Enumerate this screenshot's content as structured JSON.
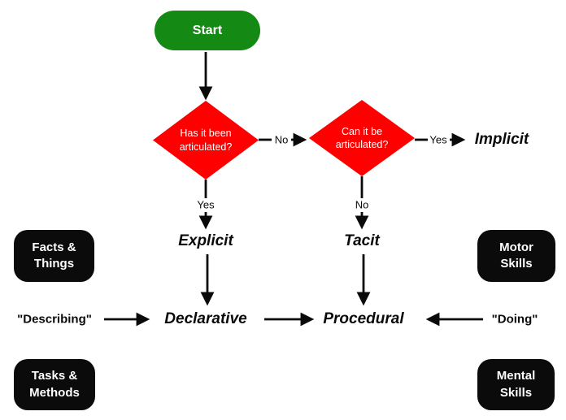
{
  "title": "Knowledge types flowchart",
  "colors": {
    "start_green": "#148a14",
    "diamond_red": "#fe0000",
    "box_black": "#0b0b0b",
    "arrow_black": "#0a0a0a",
    "text_white": "#ffffff",
    "background": "#ffffff"
  },
  "nodes": {
    "start": {
      "label": "Start"
    },
    "diamond_has_articulated": {
      "line1": "Has it been",
      "line2": "articulated?"
    },
    "diamond_can_articulated": {
      "line1": "Can it be",
      "line2": "articulated?"
    },
    "implicit": {
      "label": "Implicit"
    },
    "explicit": {
      "label": "Explicit"
    },
    "tacit": {
      "label": "Tacit"
    },
    "declarative": {
      "label": "Declarative"
    },
    "procedural": {
      "label": "Procedural"
    },
    "facts_things": {
      "line1": "Facts &",
      "line2": "Things"
    },
    "tasks_methods": {
      "line1": "Tasks &",
      "line2": "Methods"
    },
    "motor_skills": {
      "line1": "Motor",
      "line2": "Skills"
    },
    "mental_skills": {
      "line1": "Mental",
      "line2": "Skills"
    },
    "describing": {
      "label": "\"Describing\""
    },
    "doing": {
      "label": "\"Doing\""
    }
  },
  "edge_labels": {
    "diamond1_to_diamond2": "No",
    "diamond2_to_implicit": "Yes",
    "diamond1_to_explicit": "Yes",
    "diamond2_to_tacit": "No"
  }
}
